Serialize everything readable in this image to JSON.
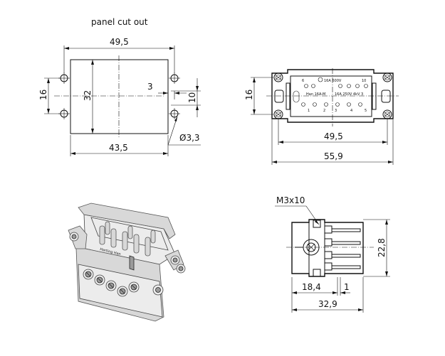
{
  "panel": {
    "title": "panel cut out",
    "dim_width_outer": "49,5",
    "dim_width_inner": "43,5",
    "dim_height": "32",
    "dim_hole_spacing": "16",
    "dim_small_offset": "3",
    "dim_right_10": "10",
    "dim_hole_dia": "Ø3,3"
  },
  "front": {
    "dim_height": "16",
    "dim_width_1": "49,5",
    "dim_width_2": "55,9",
    "label_rating_1": "16A 600V",
    "label_rating_2": "16A 250V 4kV 3",
    "label_code": "Han 16A-M",
    "pin_numbers_top": [
      "6",
      "10"
    ],
    "pin_numbers_bottom": [
      "1",
      "2",
      "3",
      "4",
      "5"
    ]
  },
  "side": {
    "screw_label": "M3x10",
    "dim_height": "22,8",
    "dim_18_4": "18,4",
    "dim_1": "1",
    "dim_32_9": "32,9"
  },
  "iso": {
    "brand_text": "Harting Han"
  }
}
